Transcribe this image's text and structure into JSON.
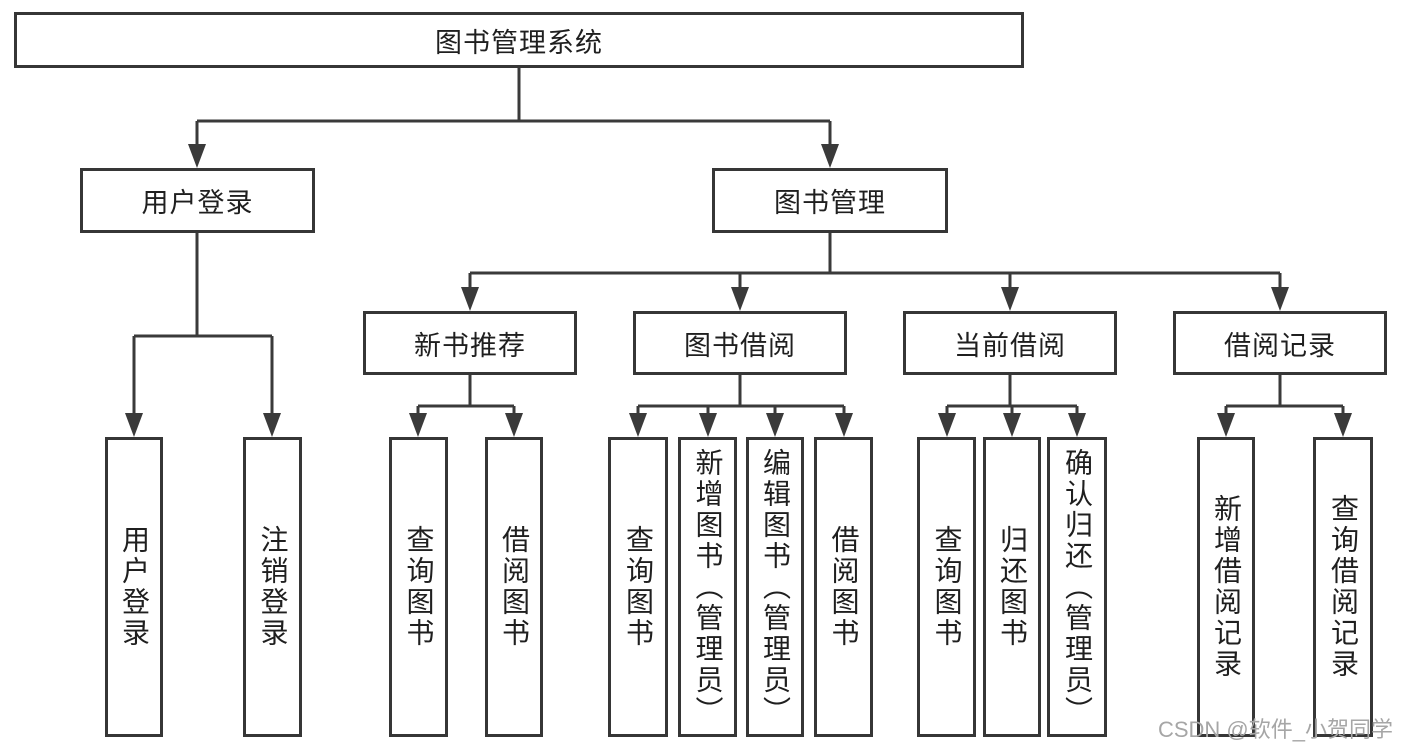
{
  "diagram": {
    "root": {
      "label": "图书管理系统"
    },
    "branches": [
      {
        "label": "用户登录"
      },
      {
        "label": "图书管理"
      }
    ],
    "modules": [
      {
        "label": "新书推荐"
      },
      {
        "label": "图书借阅"
      },
      {
        "label": "当前借阅"
      },
      {
        "label": "借阅记录"
      }
    ],
    "leaves": [
      {
        "label": "用户登录"
      },
      {
        "label": "注销登录"
      },
      {
        "label": "查询图书"
      },
      {
        "label": "借阅图书"
      },
      {
        "label": "查询图书"
      },
      {
        "label": "新增图书（管理员）"
      },
      {
        "label": "编辑图书（管理员）"
      },
      {
        "label": "借阅图书"
      },
      {
        "label": "查询图书"
      },
      {
        "label": "归还图书"
      },
      {
        "label": "确认归还（管理员）"
      },
      {
        "label": "新增借阅记录"
      },
      {
        "label": "查询借阅记录"
      }
    ]
  },
  "watermark": {
    "text": "CSDN @软件_小贺同学"
  },
  "colors": {
    "line": "#3a3a3a",
    "border": "#363636",
    "fill": "#ffffff",
    "text": "#1f1f1f",
    "watermark": "#a6a6a6",
    "background": "#ffffff"
  }
}
